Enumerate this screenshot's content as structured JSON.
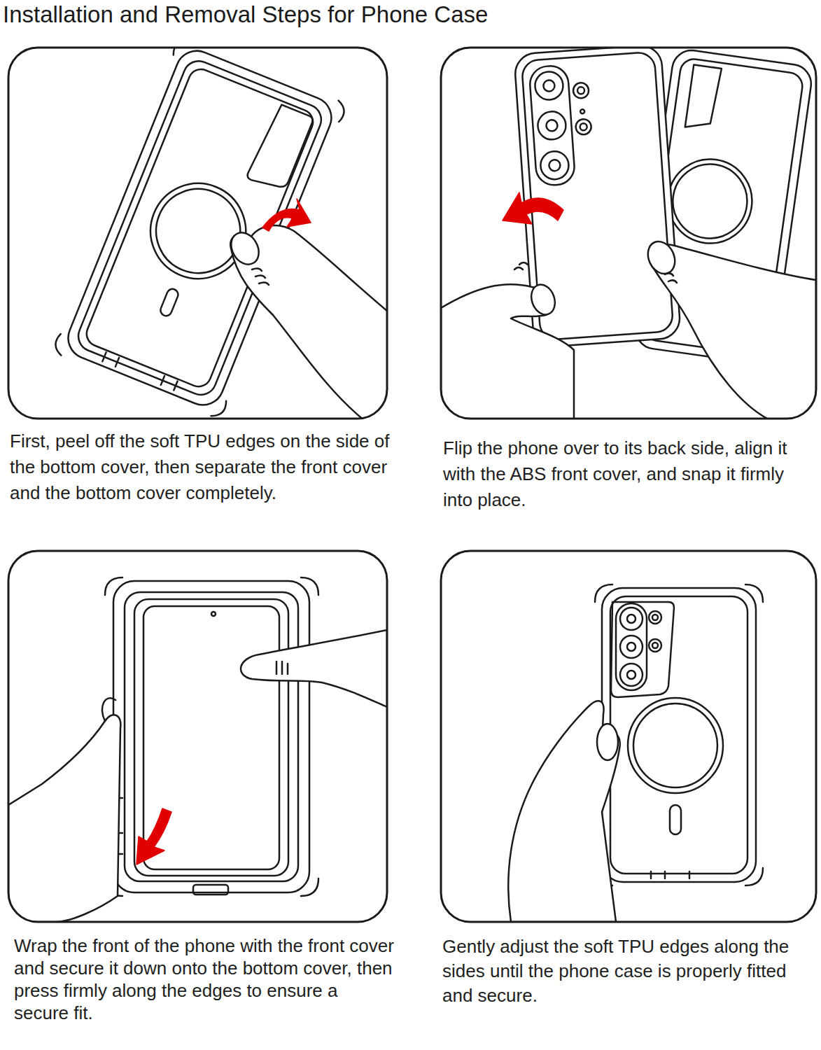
{
  "diagram": {
    "title": "Installation and Removal Steps for Phone Case",
    "labels": [
      "First, peel off the soft TPU edges on the side of the bottom cover, then separate the front cover and the bottom cover completely.",
      "Flip the phone over to its back side, align it with the ABS front cover, and snap it firmly into place.",
      "Wrap the front of the phone with the front cover and secure it down onto the bottom cover, then press firmly along the edges to ensure a secure fit.",
      "Gently adjust the soft TPU edges along the sides until the phone case is properly fitted and secure."
    ]
  }
}
